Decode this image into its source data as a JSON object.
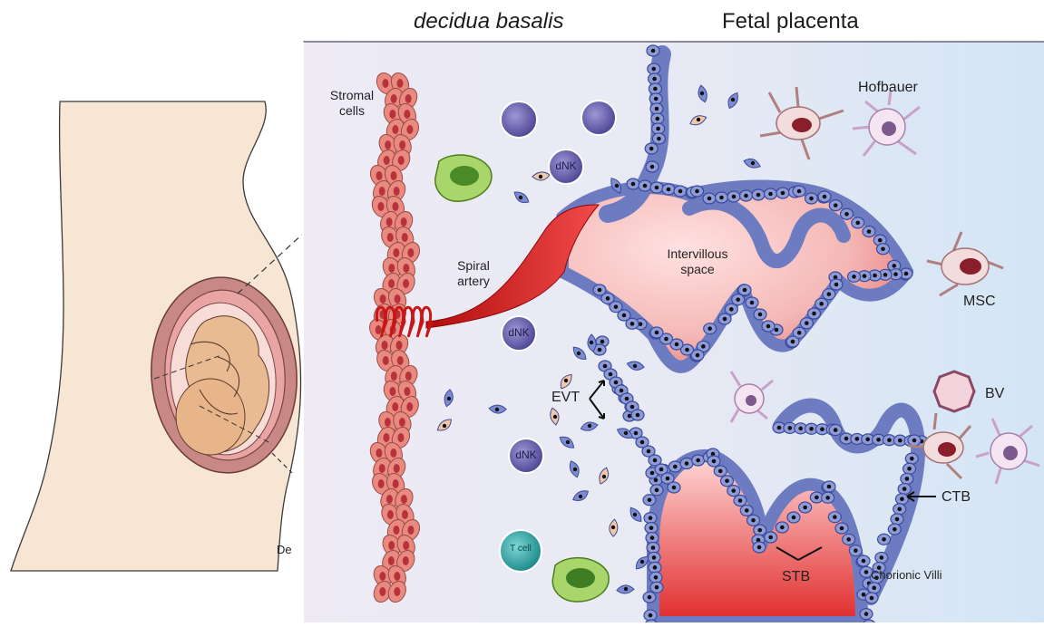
{
  "headers": {
    "decidua": "decidua basalis",
    "fetal": "Fetal placenta"
  },
  "labels": {
    "stromal_line1": "Stromal",
    "stromal_line2": "cells",
    "spiral_line1": "Spiral",
    "spiral_line2": "artery",
    "intervillous_line1": "Intervillous",
    "intervillous_line2": "space",
    "hofbauer": "Hofbauer",
    "msc": "MSC",
    "evt": "EVT",
    "bv": "BV",
    "ctb": "CTB",
    "stb": "STB",
    "chorionic_villi": "Chorionic Villi",
    "dnk": "dNK",
    "tcell": "T cell",
    "truncated": "De"
  },
  "colors": {
    "panel_bg_left": "#ece9f3",
    "panel_bg_right": "#d6e6f4",
    "skin": "#f8e6d4",
    "uterus": "#c98a87",
    "fetus": "#e8b990",
    "stromal": "#d9685f",
    "artery": "#d11a1a",
    "space": "#f3b8b8",
    "trophoblast": "#5a6fb7",
    "dnk": "#6d66b0",
    "tcell": "#2fa3a3",
    "macrophage": "#8fc34a"
  }
}
